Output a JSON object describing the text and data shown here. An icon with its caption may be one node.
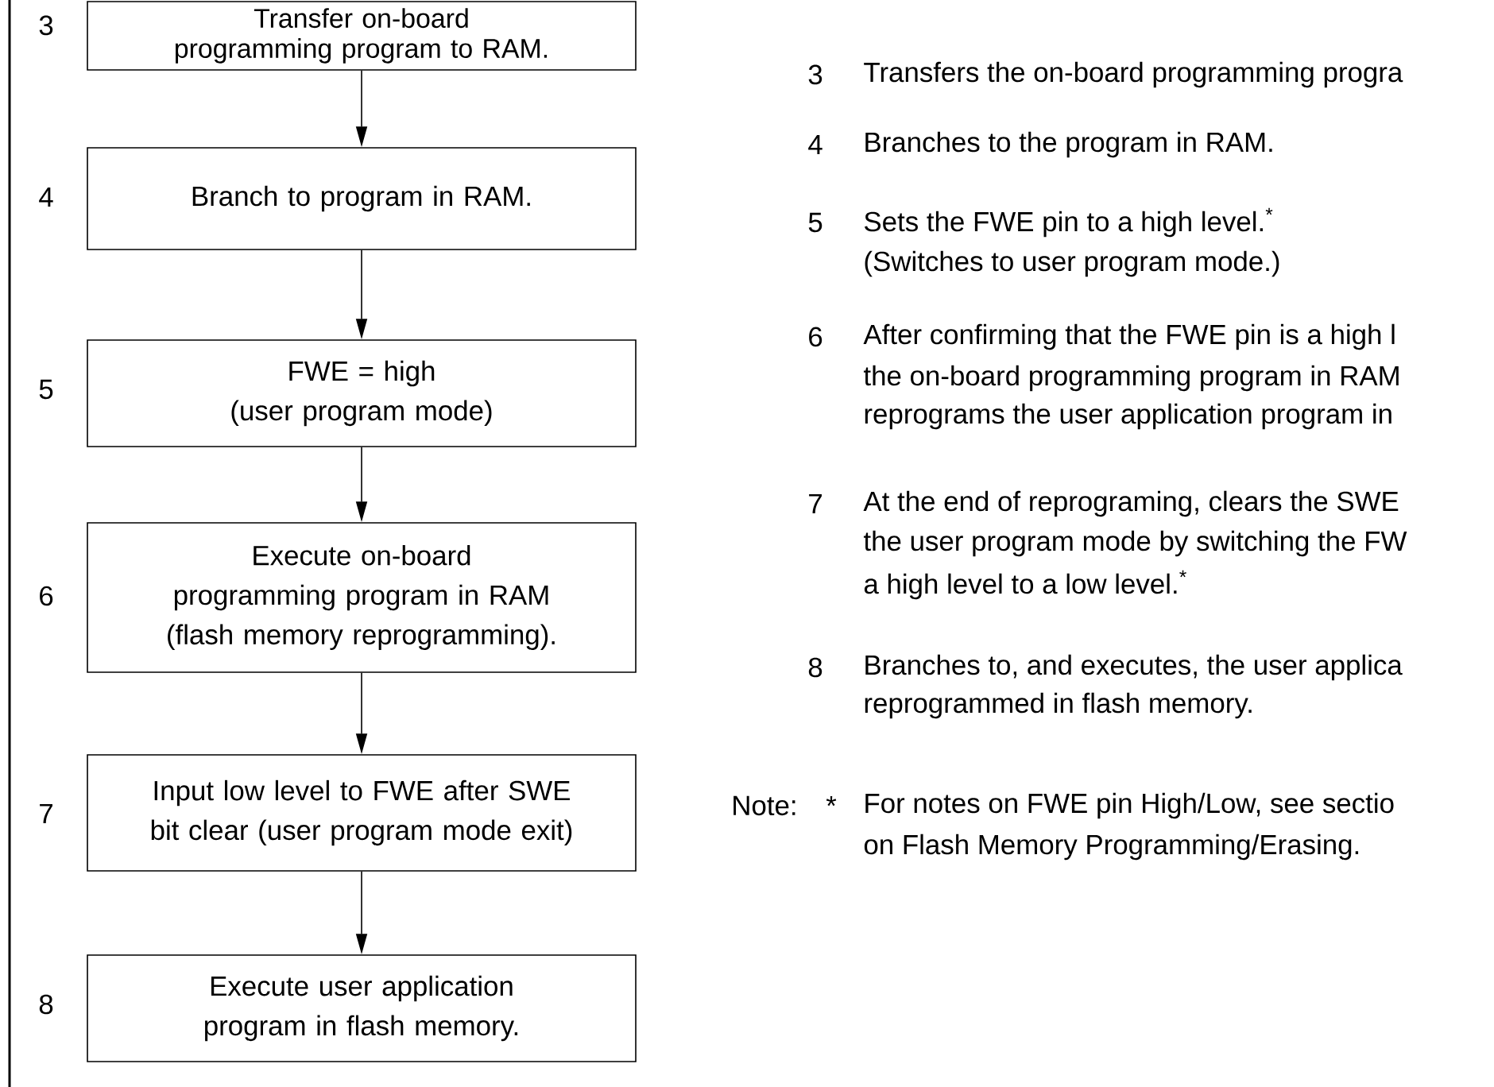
{
  "diagram": {
    "nodes": [
      {
        "text": [
          "Transfer on-board programming program to RAM."
        ],
        "beside": [
          "3"
        ]
      },
      {
        "text": [
          "Branch to program in RAM."
        ],
        "beside": [
          "4"
        ]
      },
      {
        "text": [
          "FWE = high",
          "(user program mode)"
        ],
        "beside": [
          "5"
        ]
      },
      {
        "text": [
          "Execute on-board programming program in RAM",
          "(flash memory reprogramming)."
        ],
        "beside": [
          "6"
        ]
      },
      {
        "text": [
          "Input low level to FWE after SWE bit clear (user program mode exit)"
        ],
        "beside": [
          "7"
        ]
      },
      {
        "text": [
          "Execute user application program in flash memory."
        ],
        "beside": [
          "8"
        ]
      }
    ],
    "edges": [
      {
        "from": 0,
        "to": 1,
        "arrow": "to"
      },
      {
        "from": 1,
        "to": 2,
        "arrow": "to"
      },
      {
        "from": 2,
        "to": 3,
        "arrow": "to"
      },
      {
        "from": 3,
        "to": 4,
        "arrow": "to"
      },
      {
        "from": 4,
        "to": 5,
        "arrow": "to"
      }
    ],
    "labels": [
      "3",
      "Transfers the on-board programming progra",
      "4",
      "Branches to the program in RAM.",
      "5",
      "Sets the FWE pin to a high level.$^{*}$",
      "(Switches to user program mode.)",
      "6",
      "After confirming that the FWE pin is a high l",
      "the on-board programming program in RAM",
      "reprograms the user application program in",
      "7",
      "At the end of reprograming, clears the SWE",
      "the user program mode by switching the FW",
      "a high level to a low level.$^{*}$",
      "8",
      "Branches to, and executes, the user applica",
      "reprogrammed in flash memory.",
      "Note:",
      "*",
      "For notes on FWE pin High/Low, see sectio",
      "on Flash Memory Programming/Erasing."
    ]
  }
}
